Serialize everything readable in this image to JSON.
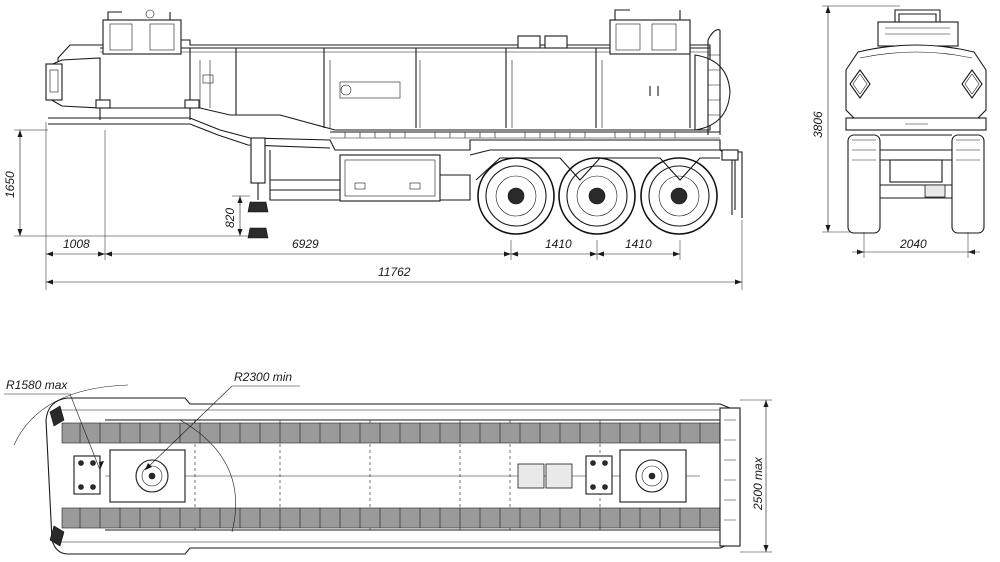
{
  "dimensions": {
    "rear_overhang": "1008",
    "wheelbase": "6929",
    "axle_spacing_1": "1410",
    "axle_spacing_2": "1410",
    "overall_length": "11762",
    "coupling_height": "1650",
    "support_leg_height": "820",
    "overall_height": "3806",
    "track_width": "2040",
    "width_max": "2500 max",
    "turning_radius_front": "R1580 max",
    "turning_radius_inner": "R2300 min"
  }
}
